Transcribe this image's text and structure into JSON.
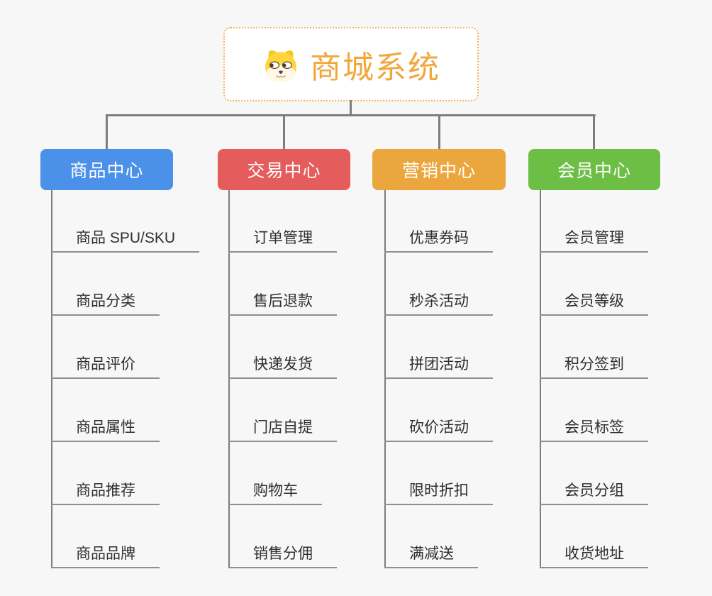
{
  "canvas": {
    "background": "#f7f7f7"
  },
  "root": {
    "title": "商城系统",
    "title_color": "#f1a73b",
    "border_color": "#f5b35b",
    "icon": "dog-face-icon"
  },
  "connectors": {
    "color": "#7d7d7d",
    "underline_color": "#8f8f8f"
  },
  "item_text_color": "#2f2f2f",
  "branches": [
    {
      "label": "商品中心",
      "color": "#4b91e9",
      "items": [
        "商品 SPU/SKU",
        "商品分类",
        "商品评价",
        "商品属性",
        "商品推荐",
        "商品品牌"
      ]
    },
    {
      "label": "交易中心",
      "color": "#e55c5c",
      "items": [
        "订单管理",
        "售后退款",
        "快递发货",
        "门店自提",
        "购物车",
        "销售分佣"
      ]
    },
    {
      "label": "营销中心",
      "color": "#eba73d",
      "items": [
        "优惠券码",
        "秒杀活动",
        "拼团活动",
        "砍价活动",
        "限时折扣",
        "满减送"
      ]
    },
    {
      "label": "会员中心",
      "color": "#6cbe45",
      "items": [
        "会员管理",
        "会员等级",
        "积分签到",
        "会员标签",
        "会员分组",
        "收货地址"
      ]
    }
  ]
}
